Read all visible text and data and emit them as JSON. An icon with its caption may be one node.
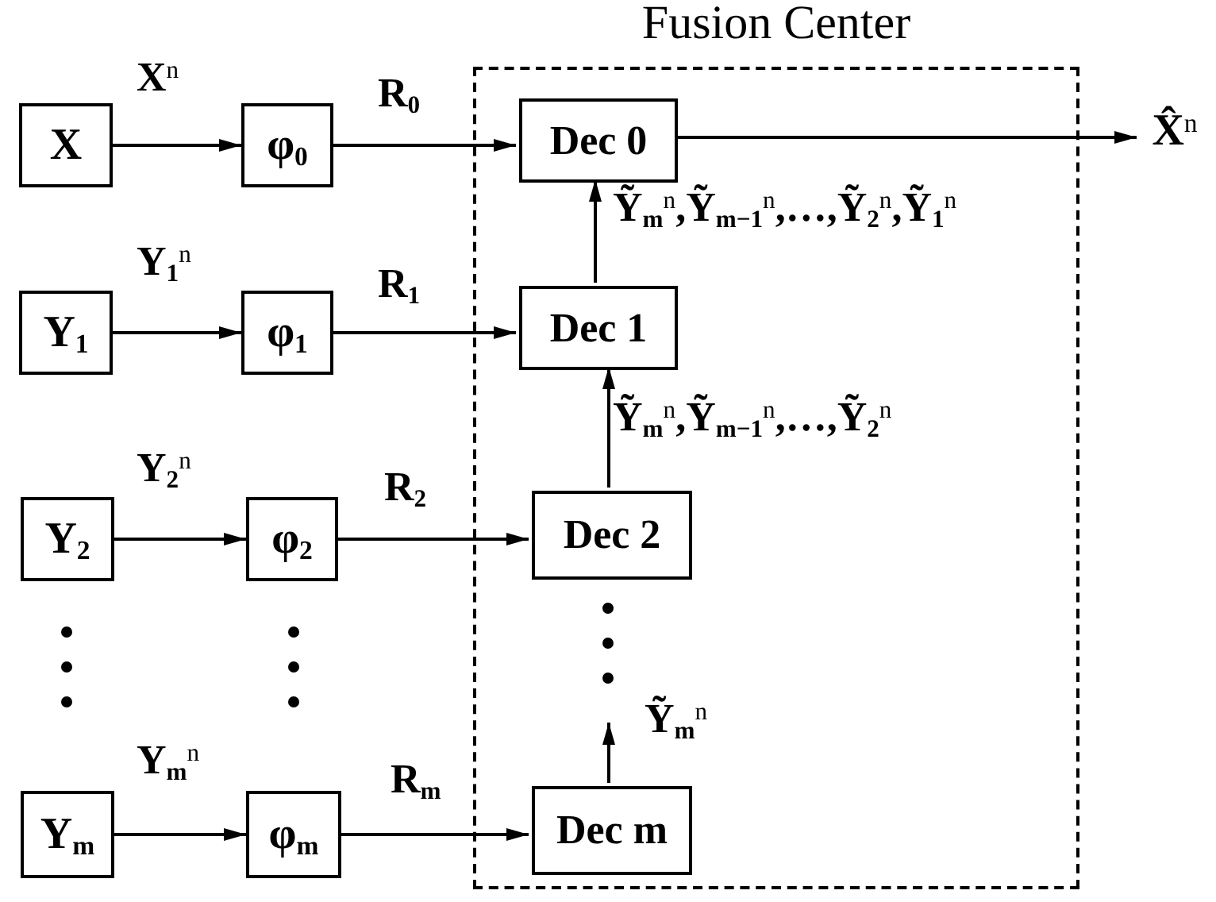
{
  "diagram": {
    "nodes": [
      {
        "text": [
          "X"
        ]
      },
      {
        "text": [
          "φ$_{0}$"
        ]
      },
      {
        "text": [
          "Fusion Center"
        ]
      },
      {
        "text": [
          "Dec 0"
        ],
        "in": 2
      },
      {
        "text": [
          "X̂$^{n}$"
        ]
      },
      {
        "text": [
          "Y$_{1}$"
        ]
      },
      {
        "text": [
          "φ$_{1}$"
        ]
      },
      {
        "text": [
          "Dec 1"
        ],
        "in": 2
      },
      {
        "text": [
          "Y$_{2}$"
        ]
      },
      {
        "text": [
          "φ$_{2}$"
        ]
      },
      {
        "text": [
          "Dec 2"
        ],
        "in": 2
      },
      {
        "text": [
          "Y$_{m}$"
        ]
      },
      {
        "text": [
          "φ$_{m}$"
        ]
      },
      {
        "text": [
          "Dec m"
        ],
        "in": 2
      }
    ],
    "edges": [
      {
        "from": 0,
        "to": 1,
        "arrow": "to",
        "label": "X$^{n}$"
      },
      {
        "from": 1,
        "to": 3,
        "arrow": "to",
        "label": "R$_{0}$"
      },
      {
        "from": 3,
        "to": 4,
        "arrow": "to"
      },
      {
        "from": 5,
        "to": 6,
        "arrow": "to",
        "label": "Y$_{1}$$^{n}$"
      },
      {
        "from": 6,
        "to": 7,
        "arrow": "to",
        "label": "R$_{1}$"
      },
      {
        "from": 7,
        "to": 3,
        "arrow": "to",
        "label": "Ỹ$_{m}$$^{n}$,Ỹ$_{m−1}$$^{n}$,…,Ỹ$_{2}$$^{n}$,Ỹ$_{1}$$^{n}$"
      },
      {
        "from": 8,
        "to": 9,
        "arrow": "to",
        "label": "Y$_{2}$$^{n}$"
      },
      {
        "from": 9,
        "to": 10,
        "arrow": "to",
        "label": "R$_{2}$"
      },
      {
        "from": 10,
        "to": 7,
        "arrow": "to",
        "label": "Ỹ$_{m}$$^{n}$,Ỹ$_{m−1}$$^{n}$,…,Ỹ$_{2}$$^{n}$"
      },
      {
        "from": 11,
        "to": 12,
        "arrow": "to",
        "label": "Y$_{m}$$^{n}$"
      },
      {
        "from": 12,
        "to": 13,
        "arrow": "to",
        "label": "R$_{m}$"
      },
      {
        "from": 13,
        "to": null,
        "arrow": "to",
        "label": "Ỹ$_{m}$$^{n}$"
      }
    ]
  }
}
